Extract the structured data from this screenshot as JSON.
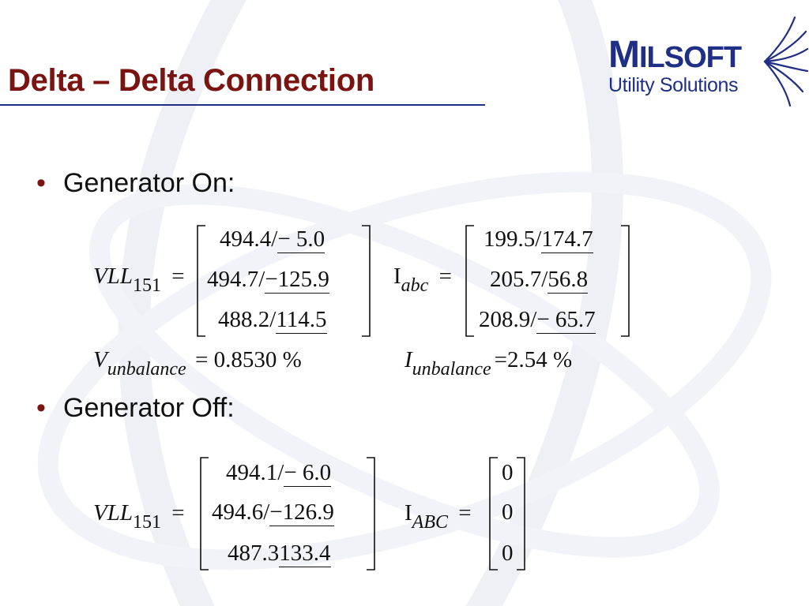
{
  "slide": {
    "title": "Delta – Delta Connection",
    "logo": {
      "brand_first": "M",
      "brand_rest": "ILSOFT",
      "subtitle": "Utility Solutions",
      "icon": "swoosh-logo-icon"
    },
    "colors": {
      "title": "#7b1411",
      "rule": "#1f2f86",
      "logo": "#1f2f86"
    }
  },
  "section_on": {
    "bullet": "•",
    "heading": "Generator On:",
    "vll": {
      "symbol": "VLL",
      "subscript": "151",
      "equals": "=",
      "rows": [
        {
          "mag": "494.4/",
          "ang": "− 5.0"
        },
        {
          "mag": "494.7/",
          "ang": "−125.9"
        },
        {
          "mag": "488.2/",
          "ang": "114.5"
        }
      ]
    },
    "iabc": {
      "symbol": "I",
      "subscript": "abc",
      "equals": "=",
      "rows": [
        {
          "mag": "199.5/",
          "ang": "174.7"
        },
        {
          "mag": "205.7/",
          "ang": "56.8"
        },
        {
          "mag": "208.9/",
          "ang": "− 65.7"
        }
      ]
    },
    "v_unbalance": {
      "symbol": "V",
      "subscript": "unbalance",
      "equals": "=",
      "value": "0.8530 %"
    },
    "i_unbalance": {
      "symbol": "I",
      "subscript": "unbalance",
      "equals": "=",
      "value": "2.54 %"
    }
  },
  "section_off": {
    "bullet": "•",
    "heading": "Generator Off:",
    "vll": {
      "symbol": "VLL",
      "subscript": "151",
      "equals": "=",
      "rows": [
        {
          "mag": "494.1/",
          "ang": "− 6.0"
        },
        {
          "mag": "494.6/",
          "ang": "−126.9"
        },
        {
          "mag": "487.3",
          "ang": "133.4"
        }
      ]
    },
    "iabc": {
      "symbol": "I",
      "subscript": "ABC",
      "equals": "=",
      "rows": [
        "0",
        "0",
        "0"
      ]
    }
  }
}
